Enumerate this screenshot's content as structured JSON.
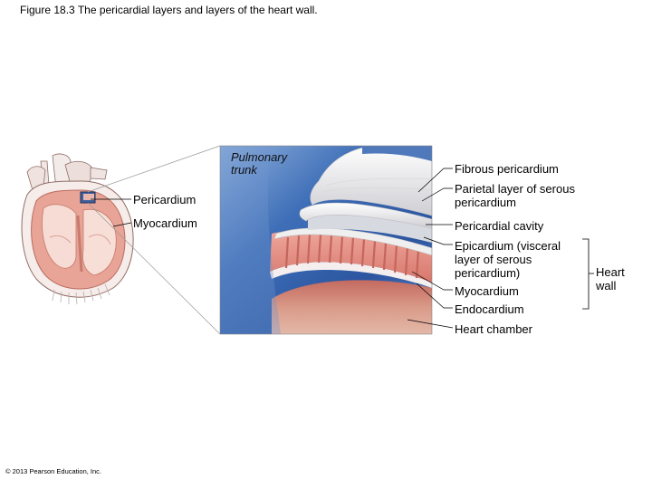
{
  "figure": {
    "title": "Figure 18.3  The pericardial layers and layers of the heart wall.",
    "copyright": "© 2013 Pearson Education, Inc."
  },
  "labels": {
    "pulmonary_trunk": "Pulmonary\ntrunk",
    "pericardium": "Pericardium",
    "myocardium_left": "Myocardium",
    "fibrous_pericardium": "Fibrous pericardium",
    "parietal_layer": "Parietal layer of serous\npericardium",
    "pericardial_cavity": "Pericardial cavity",
    "epicardium": "Epicardium (visceral\nlayer of serous\npericardium)",
    "myocardium_right": "Myocardium",
    "endocardium": "Endocardium",
    "heart_chamber": "Heart chamber",
    "heart_wall": "Heart\nwall"
  },
  "colors": {
    "blue_background": "#3f6fb8",
    "muscle": "#e3877c",
    "muscle_dark": "#c9685e",
    "chamber": "#d89b88",
    "pericardium_white": "#f2f2f2",
    "heart_outline": "#8f6d66"
  }
}
